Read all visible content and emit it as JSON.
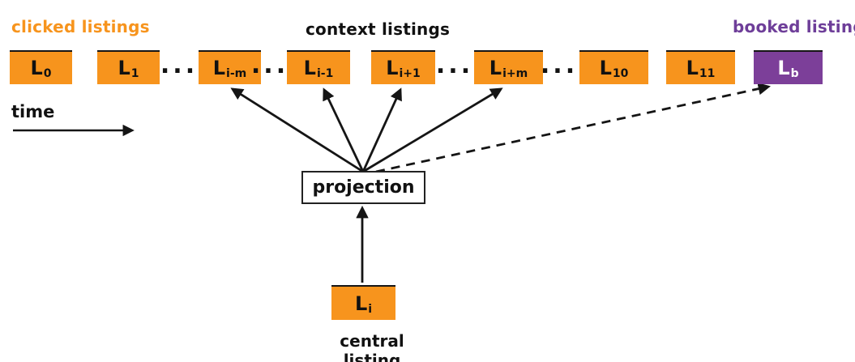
{
  "colors": {
    "orange": "#F7941D",
    "purple": "#7C3F99",
    "purple-label": "#6E3E99",
    "ink": "#111111"
  },
  "header_labels": {
    "clicked": "clicked listings",
    "context": "context listings",
    "booked": "booked listing"
  },
  "time_label": "time",
  "ellipsis": "...",
  "timeline_boxes": [
    {
      "main": "L",
      "sub": "0"
    },
    {
      "main": "L",
      "sub": "1"
    },
    {
      "main": "L",
      "sub": "i-m"
    },
    {
      "main": "L",
      "sub": "i-1"
    },
    {
      "main": "L",
      "sub": "i+1"
    },
    {
      "main": "L",
      "sub": "i+m"
    },
    {
      "main": "L",
      "sub": "10"
    },
    {
      "main": "L",
      "sub": "11"
    },
    {
      "main": "L",
      "sub": "b"
    }
  ],
  "projection_label": "projection",
  "central": {
    "box": {
      "main": "L",
      "sub": "i"
    },
    "label": "central listing"
  }
}
